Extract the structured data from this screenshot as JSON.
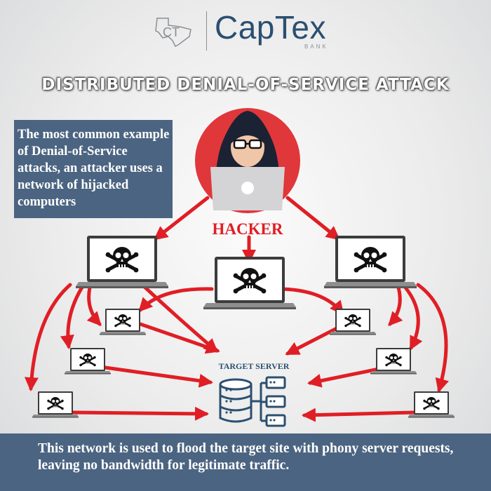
{
  "brand": {
    "logo_mark_text": "CT",
    "name": "CapTex",
    "sub": "BANK"
  },
  "title": "DISTRIBUTED DENIAL-OF-SERVICE ATTACK",
  "description": "The most common example of Denial-of-Service attacks, an attacker uses a network of hijacked computers",
  "labels": {
    "hacker": "HACKER",
    "target_server": "TARGET SERVER"
  },
  "footer": "This network is used to flood the target site with phony server requests, leaving no bandwidth for legitimate traffic.",
  "icons": {
    "hacker": "hooded-hacker-icon",
    "bot": "skull-crossbones-icon",
    "server": "database-server-icon"
  },
  "colors": {
    "accent_red": "#e01e25",
    "navy": "#4b6481",
    "brand_blue": "#2b4f70",
    "hacker_circle": "#e0373b"
  }
}
